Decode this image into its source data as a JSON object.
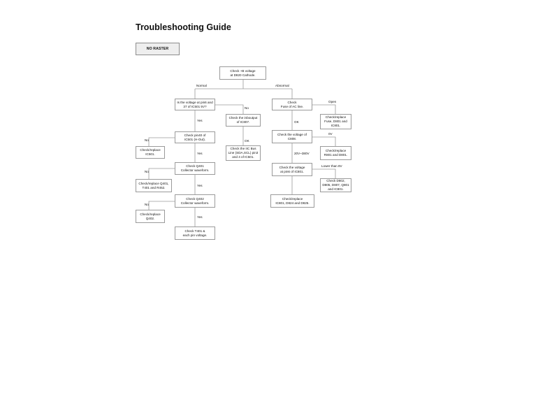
{
  "document": {
    "title": "Troubleshooting Guide",
    "tag": "NO RASTER"
  },
  "boxes": {
    "start": "Check +B voltage\nat D820 Cathode.",
    "q_pin8": "Is the voltage at pin6 and\n37 of IC501 5V?",
    "chk_inbout": "Check the inboutput\nof IC807.",
    "chk_bus": "Check the IIC Bus\nLine (SDA,SCL) pin3\nand 4 of IC501.",
    "chk_pin40": "Check pin40 of\nIC501 (H-Out).",
    "rep_ic501": "Check/replace\nIC501.",
    "chk_q401": "Check Q401\nCollector waveform.",
    "rep_q401": "Check/replace Q401,\nT401 and R452.",
    "chk_q402": "Check Q402\nCollector waveform.",
    "rep_q402": "Check/replace\nQ402.",
    "chk_t401": "Check T401 &\neach pin voltage.",
    "chk_fuse": "Check\nFuse of AC line.",
    "rep_fuse": "Check/replace\nFuse, D801 and\nIC801.",
    "chk_c808": "Check the voltage of\nC808.",
    "rep_r801": "Check/replace\nR801 and D801.",
    "chk_pin6": "Check the voltage\nat pin6 of IC801.",
    "chk_d802": "Check D802,\nD805, D807, Q801\nand IC801.",
    "rep_ic801": "Check/replace\nIC801, D824 and D825."
  },
  "labels": {
    "normal": "Normal",
    "abnormal": "Abnormal",
    "no1": "No",
    "yes1": "Yes",
    "no2": "No",
    "yes2": "Yes",
    "no3": "No",
    "yes3": "Yes",
    "no4": "No",
    "yes4": "Yes",
    "ok1": "OK",
    "open": "Open",
    "ok2": "OK",
    "zero_v": "0V",
    "range": "20V~380V",
    "lower": "Lower than 8V"
  }
}
